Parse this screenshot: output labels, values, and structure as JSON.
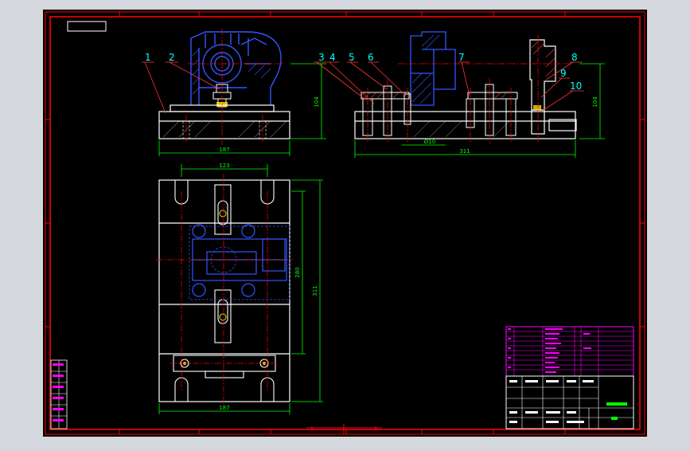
{
  "colors": {
    "workspace": "#d4d8de",
    "sheet": "#000000",
    "frame": "#ff0000",
    "geometry": "#ffffff",
    "dimension": "#00ff00",
    "workpiece": "#0000ff",
    "center_line": "#ff0000",
    "leader": "#ff0000",
    "callout": "#00ffff",
    "table_border": "#ff00ff",
    "table_text": "#ff00ff",
    "table_title": "#00ff00"
  },
  "callouts": [
    {
      "label": "1"
    },
    {
      "label": "2"
    },
    {
      "label": "3"
    },
    {
      "label": "4"
    },
    {
      "label": "5"
    },
    {
      "label": "6"
    },
    {
      "label": "7"
    },
    {
      "label": "8"
    },
    {
      "label": "9"
    },
    {
      "label": "10"
    }
  ],
  "dimensions": {
    "front_width": "187",
    "front_height": "104",
    "side_width": "311",
    "side_height": "104",
    "side_bore": "Ø10",
    "top_slot_span": "123",
    "top_length_inner": "280",
    "top_length_outer": "311",
    "top_width": "187"
  }
}
